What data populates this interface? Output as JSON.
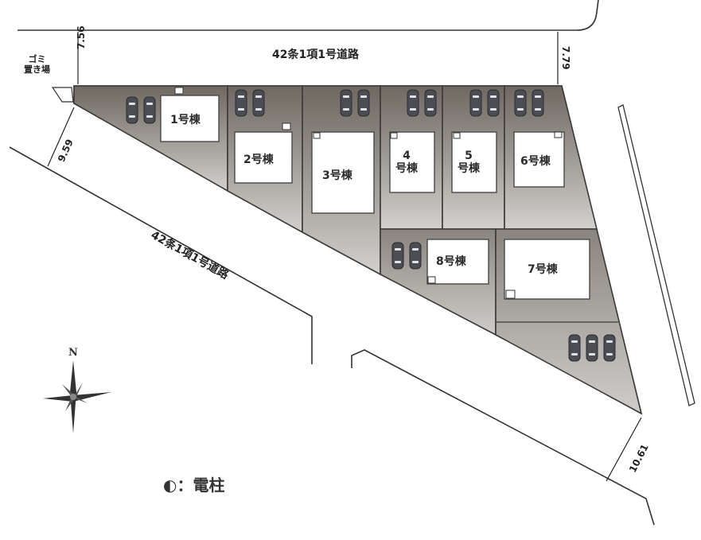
{
  "map": {
    "type": "site-plan",
    "roads": {
      "north_road_label": "42条1項1号道路",
      "southwest_road_label": "42条1項1号道路"
    },
    "dimensions": {
      "north_left": "7.56",
      "north_right": "7.79",
      "west": "9.59",
      "southeast": "10.61"
    },
    "garbage_area": {
      "line1": "ゴミ",
      "line2": "置き場"
    },
    "compass": {
      "label": "N"
    },
    "lots": [
      {
        "id": 1,
        "label": "1号棟",
        "cars": 2
      },
      {
        "id": 2,
        "label": "2号棟",
        "cars": 2
      },
      {
        "id": 3,
        "label": "3号棟",
        "cars": 2
      },
      {
        "id": 4,
        "label_line1": "4",
        "label_line2": "号棟",
        "cars": 2
      },
      {
        "id": 5,
        "label_line1": "5",
        "label_line2": "号棟",
        "cars": 2
      },
      {
        "id": 6,
        "label": "6号棟",
        "cars": 2
      },
      {
        "id": 7,
        "label": "7号棟",
        "cars": 3
      },
      {
        "id": 8,
        "label": "8号棟",
        "cars": 2
      }
    ],
    "legend": {
      "symbol": "◐",
      "separator": "：",
      "text": "電柱"
    },
    "colors": {
      "lot_dark": "#6f6861",
      "lot_light": "#c9c7c4",
      "building": "#ffffff",
      "line": "#333333"
    }
  }
}
